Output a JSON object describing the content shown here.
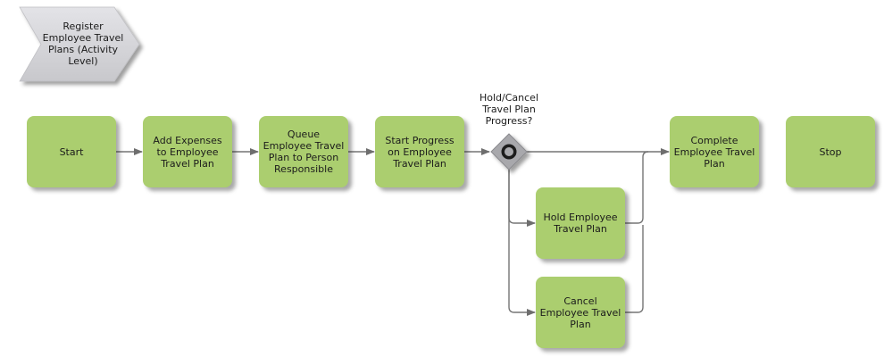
{
  "process": {
    "title": "Register\nEmployee Travel\nPlans (Activity\nLevel)"
  },
  "gateway": {
    "label": "Hold/Cancel\nTravel Plan\nProgress?",
    "icon": "circle-in-diamond"
  },
  "tasks": {
    "start": "Start",
    "add_expenses": "Add Expenses\nto Employee\nTravel Plan",
    "queue": "Queue\nEmployee Travel\nPlan to Person\nResponsible",
    "start_progress": "Start Progress\non Employee\nTravel Plan",
    "hold": "Hold Employee\nTravel Plan",
    "cancel": "Cancel\nEmployee Travel\nPlan",
    "complete": "Complete\nEmployee Travel\nPlan",
    "stop": "Stop"
  },
  "colors": {
    "task_fill": "#abce6f",
    "gateway_fill": "#a8a8ac",
    "gateway_ring": "#1e1e1e",
    "chevron_fill": "#d6d6da",
    "connector": "#757575",
    "text": "#1b1b1b",
    "background": "#ffffff"
  }
}
